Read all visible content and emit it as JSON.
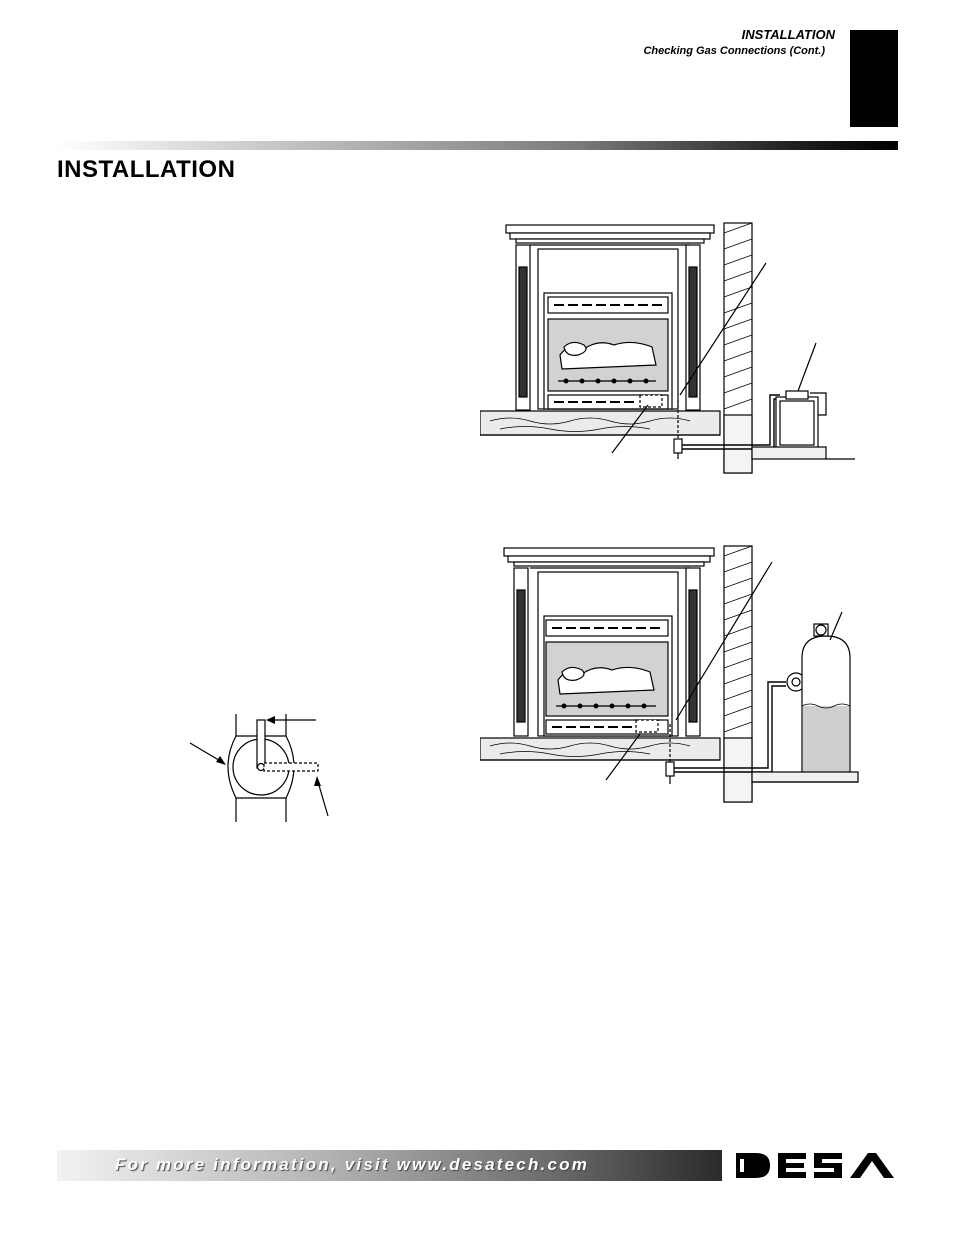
{
  "header": {
    "section": "INSTALLATION",
    "subsection": "Checking Gas Connections (Cont.)"
  },
  "page_heading": "INSTALLATION",
  "footer": {
    "text": "For more information, visit www.desatech.com",
    "logo": "DESA"
  }
}
